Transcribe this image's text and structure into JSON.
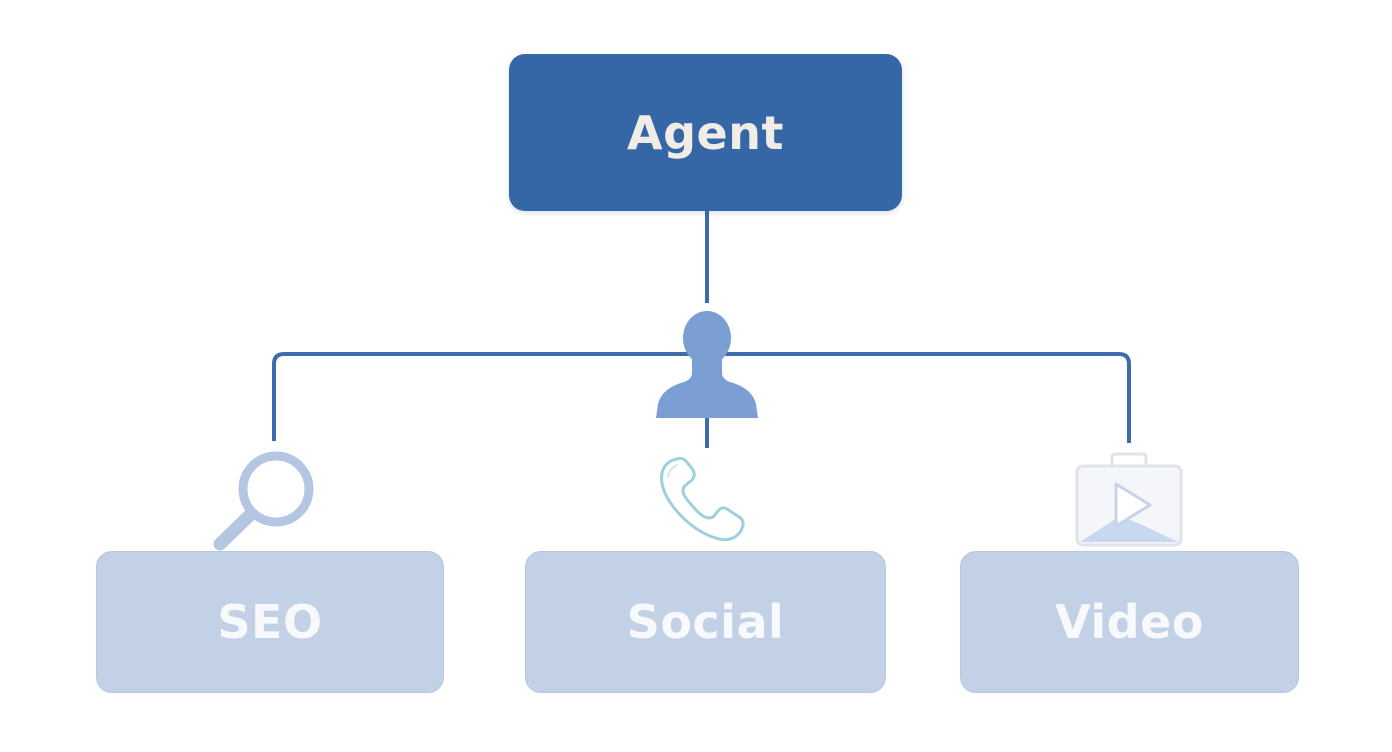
{
  "diagram": {
    "root": {
      "label": "Agent"
    },
    "children": [
      {
        "label": "SEO",
        "icon": "search-icon"
      },
      {
        "label": "Social",
        "icon": "phone-icon"
      },
      {
        "label": "Video",
        "icon": "video-icon"
      }
    ],
    "hub_icon": "person-icon",
    "colors": {
      "root_fill": "#3566a6",
      "connector": "#3d6cab",
      "child_fill": "#c3d1e7",
      "child_text": "#f7f9fc",
      "root_text": "#f1ece6",
      "person_icon": "#7b9fd2"
    }
  }
}
